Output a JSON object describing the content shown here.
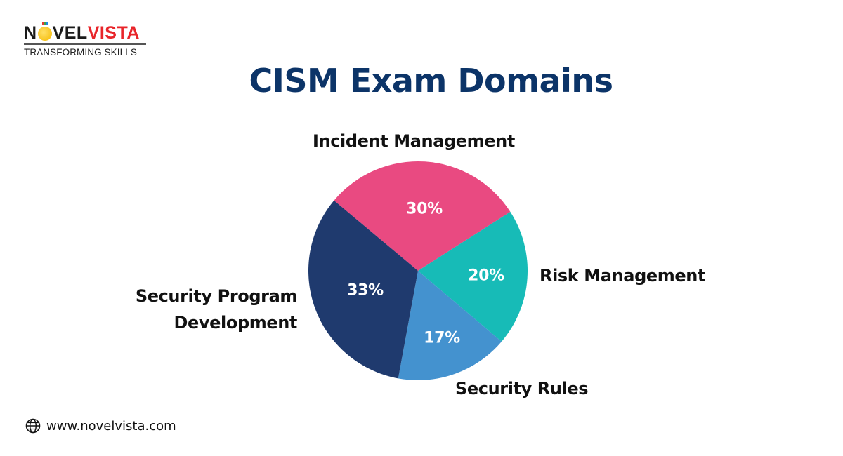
{
  "brand": {
    "logo_prefix": "N",
    "logo_mid": "VEL",
    "logo_accent": "VISTA",
    "tagline": "TRANSFORMING SKILLS",
    "colors": {
      "dark": "#1a1a1a",
      "accent": "#e8252a",
      "title": "#0c3468"
    }
  },
  "title": "CISM Exam Domains",
  "footer": {
    "icon": "globe-icon",
    "url": "www.novelvista.com"
  },
  "chart_data": {
    "type": "pie",
    "title": "CISM Exam Domains",
    "categories": [
      "Incident Management",
      "Risk Management",
      "Security Rules",
      "Security Program Development"
    ],
    "values": [
      30,
      20,
      17,
      33
    ],
    "unit": "%",
    "colors": [
      "#e94a81",
      "#17bbb7",
      "#4492cf",
      "#1f3a6e"
    ],
    "labels": [
      "30%",
      "20%",
      "17%",
      "33%"
    ],
    "legend": "none (labels placed around pie)"
  },
  "labels": {
    "incident": "Incident Management",
    "risk": "Risk Management",
    "rules": "Security Rules",
    "program_line1": "Security Program",
    "program_line2": "Development",
    "p_incident": "30%",
    "p_risk": "20%",
    "p_rules": "17%",
    "p_program": "33%"
  }
}
